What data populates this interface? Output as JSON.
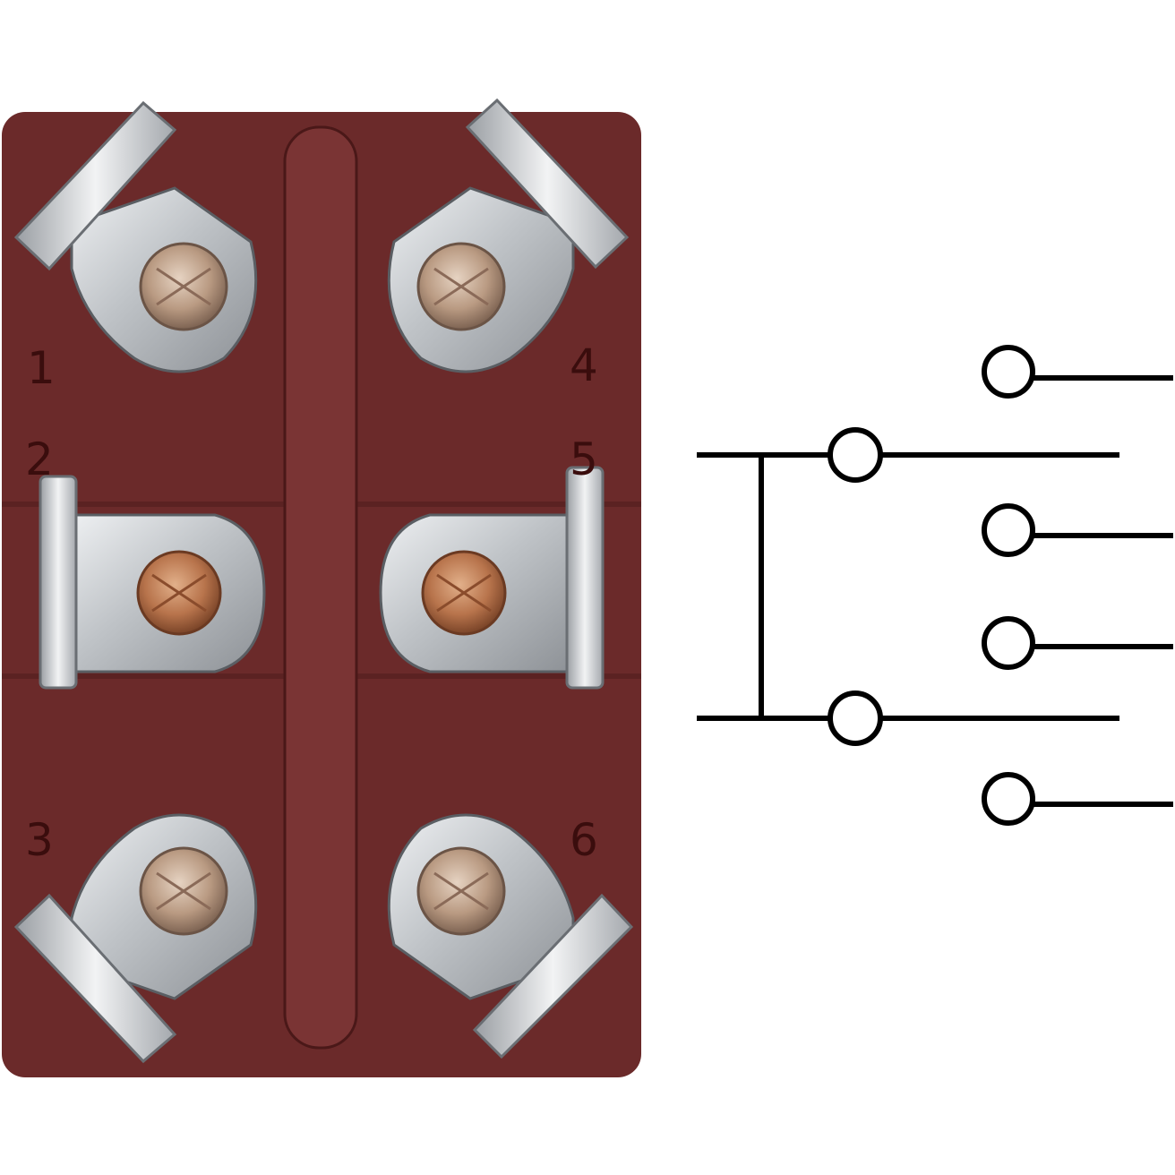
{
  "switch_photo": {
    "body_color": "#6b2a2a",
    "terminal_color": "#c9cbce",
    "pins": [
      {
        "label": "1"
      },
      {
        "label": "2"
      },
      {
        "label": "3"
      },
      {
        "label": "4"
      },
      {
        "label": "5"
      },
      {
        "label": "6"
      }
    ]
  },
  "schematic": {
    "type": "DPDT",
    "line_color": "#000000",
    "poles": 2,
    "throws_per_pole": 2
  }
}
